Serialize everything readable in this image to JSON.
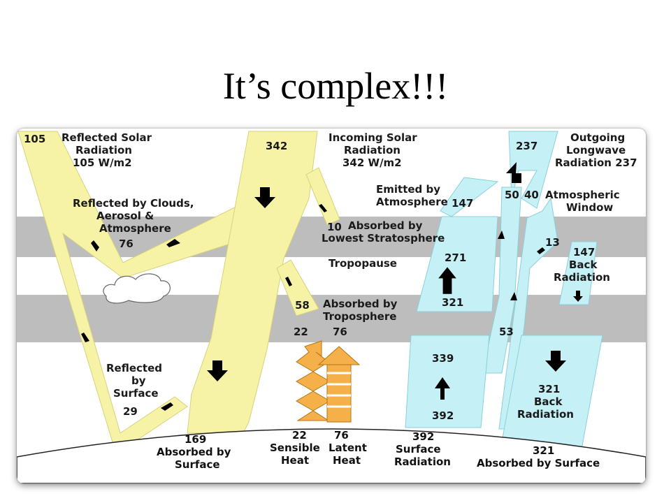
{
  "slide": {
    "title": "It’s complex!!!"
  },
  "diagram": {
    "colors": {
      "solar": "#f7f3a6",
      "longwave": "#c5f0f6",
      "band": "#bdbdbd",
      "surface_line": "#222222",
      "arrow": "#000000",
      "latent_heat": "#f6b04a"
    },
    "labels": {
      "reflected_solar_value": "105",
      "reflected_solar_line1": "Reflected Solar",
      "reflected_solar_line2": "Radiation",
      "reflected_solar_line3": "105 W/m2",
      "incoming_value": "342",
      "incoming_line1": "Incoming Solar",
      "incoming_line2": "Radiation",
      "incoming_line3": "342 W/m2",
      "clouds_line1": "Reflected by Clouds,",
      "clouds_line2": "Aerosol &",
      "clouds_line3": "Atmosphere",
      "clouds_value": "76",
      "emitted_line1": "Emitted by",
      "emitted_line2": "Atmosphere",
      "emitted_value": "147",
      "outgoing_value": "237",
      "outgoing_line1": "Outgoing",
      "outgoing_line2": "Longwave",
      "outgoing_line3": "Radiation 237",
      "window_value_a": "50",
      "window_value_b": "40",
      "window_line1": "Atmospheric",
      "window_line2": "Window",
      "strat_value": "10",
      "strat_line1": "Absorbed by",
      "strat_line2": "Lowest Stratosphere",
      "tropopause": "Tropopause",
      "value_271": "271",
      "value_13": "13",
      "back147_value": "147",
      "back147_line1": "Back",
      "back147_line2": "Radiation",
      "tropo_value": "58",
      "tropo_line1": "Absorbed by",
      "tropo_line2": "Troposphere",
      "value_321_upper": "321",
      "sensible_top": "22",
      "latent_top": "76",
      "value_53": "53",
      "surface_reflect_line1": "Reflected",
      "surface_reflect_line2": "by",
      "surface_reflect_line3": "Surface",
      "surface_reflect_value": "29",
      "value_339": "339",
      "value_392_inner": "392",
      "back321_value": "321",
      "back321_line1": "Back",
      "back321_line2": "Radiation",
      "absorbed_value": "169",
      "absorbed_line1": "Absorbed by",
      "absorbed_line2": "Surface",
      "sensible_value": "22",
      "sensible_line1": "Sensible",
      "sensible_line2": "Heat",
      "latent_value": "76",
      "latent_line1": "Latent",
      "latent_line2": "Heat",
      "surface_rad_value": "392",
      "surface_rad_line1": "Surface",
      "surface_rad_line2": "Radiation",
      "absorbed_surface_value": "321",
      "absorbed_surface_line": "Absorbed by Surface"
    }
  }
}
